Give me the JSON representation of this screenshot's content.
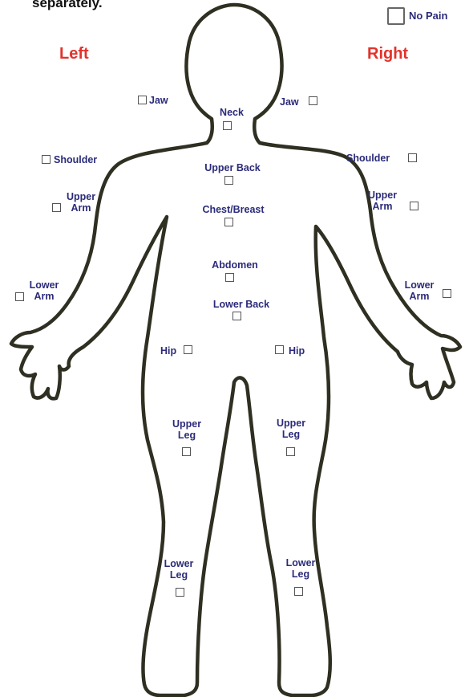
{
  "header": {
    "instruction_fragment": "separately."
  },
  "no_pain": {
    "label": "No Pain"
  },
  "sides": {
    "left": "Left",
    "right": "Right"
  },
  "regions": {
    "neck": "Neck",
    "upper_back": "Upper Back",
    "chest_breast": "Chest/Breast",
    "abdomen": "Abdomen",
    "lower_back": "Lower Back",
    "left": {
      "jaw": "Jaw",
      "shoulder": "Shoulder",
      "upper_arm": [
        "Upper",
        "Arm"
      ],
      "lower_arm": [
        "Lower",
        "Arm"
      ],
      "hip": "Hip",
      "upper_leg": [
        "Upper",
        "Leg"
      ],
      "lower_leg": [
        "Lower",
        "Leg"
      ]
    },
    "right": {
      "jaw": "Jaw",
      "shoulder": "Shoulder",
      "upper_arm": [
        "Upper",
        "Arm"
      ],
      "lower_arm": [
        "Lower",
        "Arm"
      ],
      "hip": "Hip",
      "upper_leg": [
        "Upper",
        "Leg"
      ],
      "lower_leg": [
        "Lower",
        "Leg"
      ]
    }
  }
}
